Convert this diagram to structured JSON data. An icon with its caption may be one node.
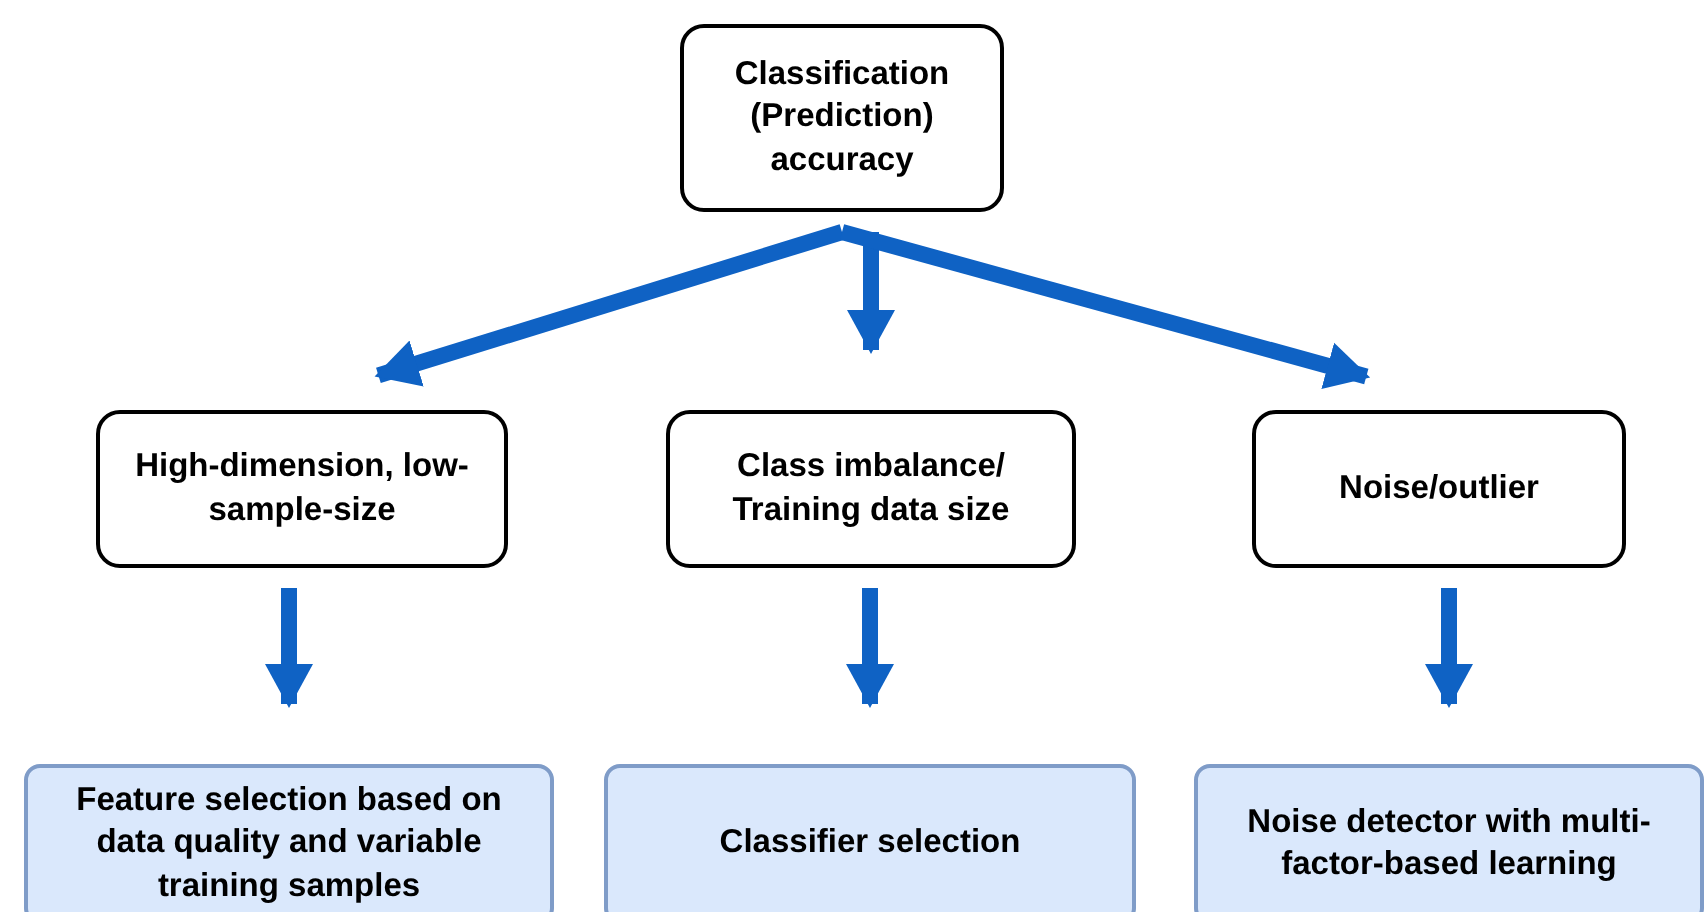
{
  "diagram": {
    "nodes": [
      {
        "text": [
          "Classification (Prediction) accuracy"
        ]
      },
      {
        "text": [
          "High-dimension, low-sample-size"
        ]
      },
      {
        "text": [
          "Class imbalance/ Training data size"
        ]
      },
      {
        "text": [
          "Noise/outlier"
        ]
      },
      {
        "text": [
          "Feature selection based on data quality and variable training samples"
        ]
      },
      {
        "text": [
          "Classifier selection"
        ]
      },
      {
        "text": [
          "Noise detector with multi-factor-based learning"
        ]
      }
    ],
    "edges": [
      {
        "from": 0,
        "to": 1,
        "arrow": "to"
      },
      {
        "from": 0,
        "to": 2,
        "arrow": "to"
      },
      {
        "from": 0,
        "to": 3,
        "arrow": "to"
      },
      {
        "from": 1,
        "to": 4,
        "arrow": "to"
      },
      {
        "from": 2,
        "to": 5,
        "arrow": "to"
      },
      {
        "from": 3,
        "to": 6,
        "arrow": "to"
      }
    ]
  }
}
